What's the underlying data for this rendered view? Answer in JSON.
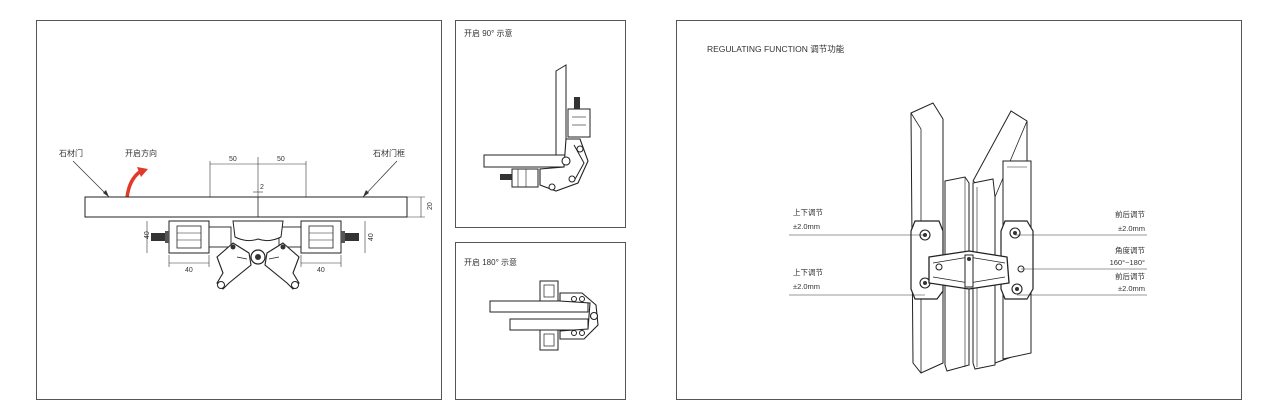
{
  "main": {
    "label_stone_door": "石材门",
    "label_open_direction": "开启方向",
    "label_stone_frame": "石材门框",
    "dim_50_left": "50",
    "dim_50_right": "50",
    "dim_2": "2",
    "dim_20": "20",
    "dim_40_left_vertical": "40",
    "dim_40_left_bottom": "40",
    "dim_40_right_bottom": "40",
    "dim_40_right_vertical": "40"
  },
  "open90": {
    "title": "开启 90°  示意"
  },
  "open180": {
    "title": "开启 180°  示意"
  },
  "regulating": {
    "title": "REGULATING FUNCTION 调节功能",
    "callouts": [
      {
        "name": "上下调节",
        "value": "±2.0mm"
      },
      {
        "name": "上下调节",
        "value": "±2.0mm"
      },
      {
        "name": "前后调节",
        "value": "±2.0mm"
      },
      {
        "name": "角度调节",
        "value": "160°~180°"
      },
      {
        "name": "前后调节",
        "value": "±2.0mm"
      }
    ]
  },
  "colors": {
    "arrow": "#e03a2a",
    "line": "#222222",
    "panel_border": "#555555"
  }
}
